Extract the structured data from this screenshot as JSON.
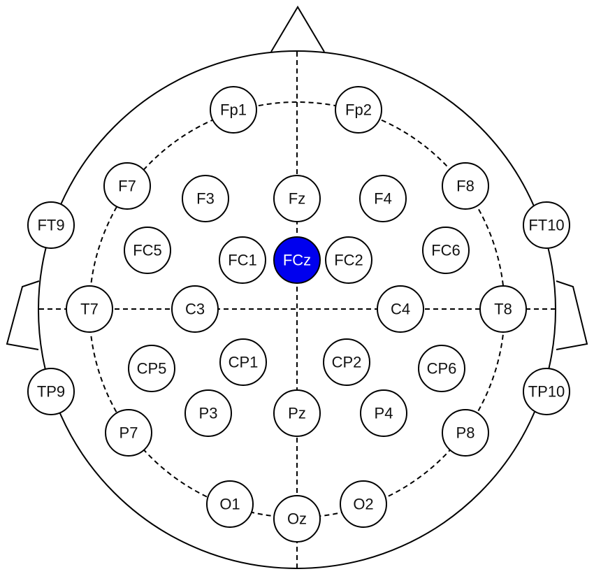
{
  "diagram": {
    "highlight_color": "#0000ee",
    "electrodes": [
      {
        "label": "Fp1"
      },
      {
        "label": "Fp2"
      },
      {
        "label": "F7"
      },
      {
        "label": "F3"
      },
      {
        "label": "Fz"
      },
      {
        "label": "F4"
      },
      {
        "label": "F8"
      },
      {
        "label": "FT9"
      },
      {
        "label": "FT10"
      },
      {
        "label": "FC5"
      },
      {
        "label": "FC1"
      },
      {
        "label": "FCz",
        "highlighted": true
      },
      {
        "label": "FC2"
      },
      {
        "label": "FC6"
      },
      {
        "label": "T7"
      },
      {
        "label": "C3"
      },
      {
        "label": "C4"
      },
      {
        "label": "T8"
      },
      {
        "label": "CP5"
      },
      {
        "label": "CP1"
      },
      {
        "label": "CP2"
      },
      {
        "label": "CP6"
      },
      {
        "label": "TP9"
      },
      {
        "label": "TP10"
      },
      {
        "label": "P7"
      },
      {
        "label": "P3"
      },
      {
        "label": "Pz"
      },
      {
        "label": "P4"
      },
      {
        "label": "P8"
      },
      {
        "label": "O1"
      },
      {
        "label": "Oz"
      },
      {
        "label": "O2"
      }
    ]
  }
}
